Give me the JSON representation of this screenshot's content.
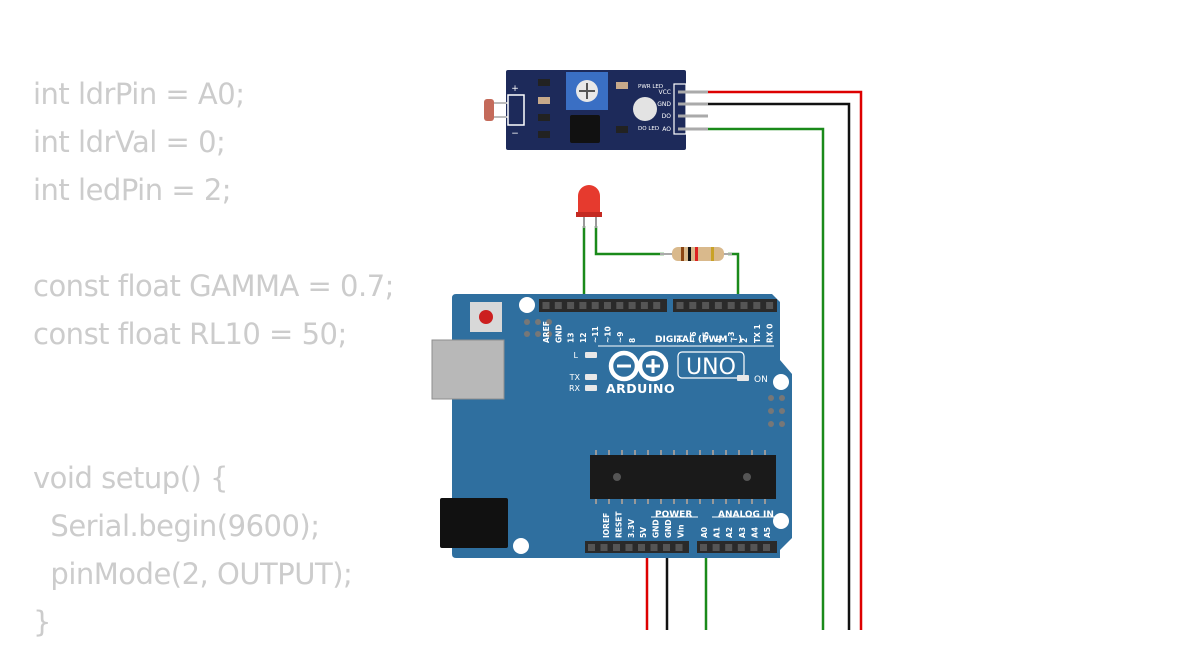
{
  "code": {
    "lines": [
      "int ldrPin = A0;",
      "int ldrVal = 0;",
      "int ledPin = 2;",
      "",
      "const float GAMMA = 0.7;",
      "const float RL10 = 50;",
      "",
      "",
      "void setup() {",
      "  Serial.begin(9600);",
      "  pinMode(2, OUTPUT);",
      "}"
    ]
  },
  "ldr_module": {
    "pin_vcc": "VCC",
    "pin_gnd": "GND",
    "pin_do": "DO",
    "pin_ao": "AO",
    "pwr_led": "PWR LED",
    "do_led": "DO LED",
    "plus": "+",
    "minus": "−"
  },
  "arduino": {
    "brand": "ARDUINO",
    "model": "UNO",
    "digital_header": "DIGITAL (PWM ~)",
    "power_header": "POWER",
    "analog_header": "ANALOG IN",
    "on_label": "ON",
    "l_label": "L",
    "tx_label": "TX",
    "rx_label": "RX",
    "digital_pins": [
      "AREF",
      "GND",
      "13",
      "12",
      "~11",
      "~10",
      "~9",
      "8",
      "7",
      "~6",
      "~5",
      "4",
      "~3",
      "2",
      "TX 1",
      "RX 0"
    ],
    "power_pins": [
      "IOREF",
      "RESET",
      "3.3V",
      "5V",
      "GND",
      "GND",
      "Vin"
    ],
    "analog_pins": [
      "A0",
      "A1",
      "A2",
      "A3",
      "A4",
      "A5"
    ]
  },
  "colors": {
    "board": "#2f6f9f",
    "module": "#1d2a5a",
    "wire_red": "#dd0000",
    "wire_black": "#111111",
    "wire_green": "#1a8a1a",
    "code_text": "#cccccc"
  }
}
